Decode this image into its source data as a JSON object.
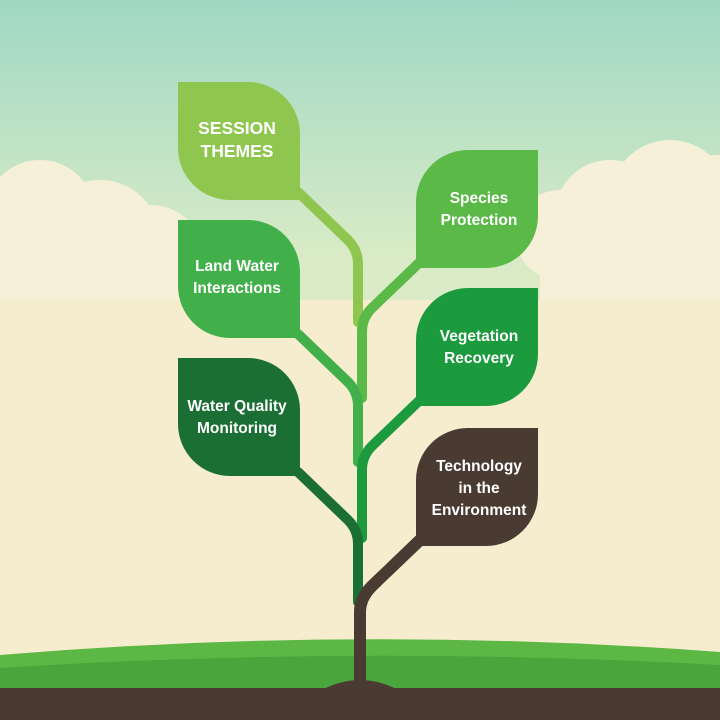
{
  "title": "SESSION\nTHEMES",
  "themes": [
    {
      "label": "Species\nProtection",
      "color": "#5ab947"
    },
    {
      "label": "Land Water\nInteractions",
      "color": "#41b04a"
    },
    {
      "label": "Vegetation\nRecovery",
      "color": "#1c9a3e"
    },
    {
      "label": "Water Quality\nMonitoring",
      "color": "#1b6f34"
    },
    {
      "label": "Technology\nin the\nEnvironment",
      "color": "#4a3b32"
    }
  ],
  "colors": {
    "title_leaf": "#8fc64f",
    "sky_top": "#9fd8c4",
    "sky_bottom": "#f6edce",
    "grass": "#5cb744",
    "soil": "#4b3a31",
    "trunk": "#4b3a31"
  }
}
